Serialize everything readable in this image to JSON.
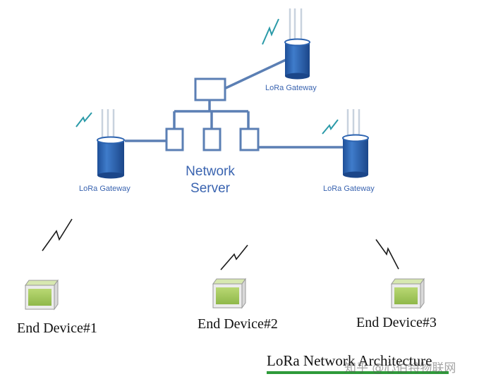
{
  "gateways": [
    {
      "label": "LoRa Gateway"
    },
    {
      "label": "LoRa Gateway"
    },
    {
      "label": "LoRa Gateway"
    }
  ],
  "server": {
    "line1": "Network",
    "line2": "Server"
  },
  "devices": [
    {
      "label": "End Device#1"
    },
    {
      "label": "End Device#2"
    },
    {
      "label": "End Device#3"
    }
  ],
  "caption": "LoRa Network Architecture",
  "watermark": "知乎 @心伯特物联网",
  "colors": {
    "link": "#5b7fb4",
    "cylinder": "#2c63b0",
    "device": "#a3c95a",
    "signal": "#1a1a1a",
    "signal_gateway": "#2a9aa8",
    "label_blue": "#3a64b0",
    "underline": "#2e9a3a"
  }
}
